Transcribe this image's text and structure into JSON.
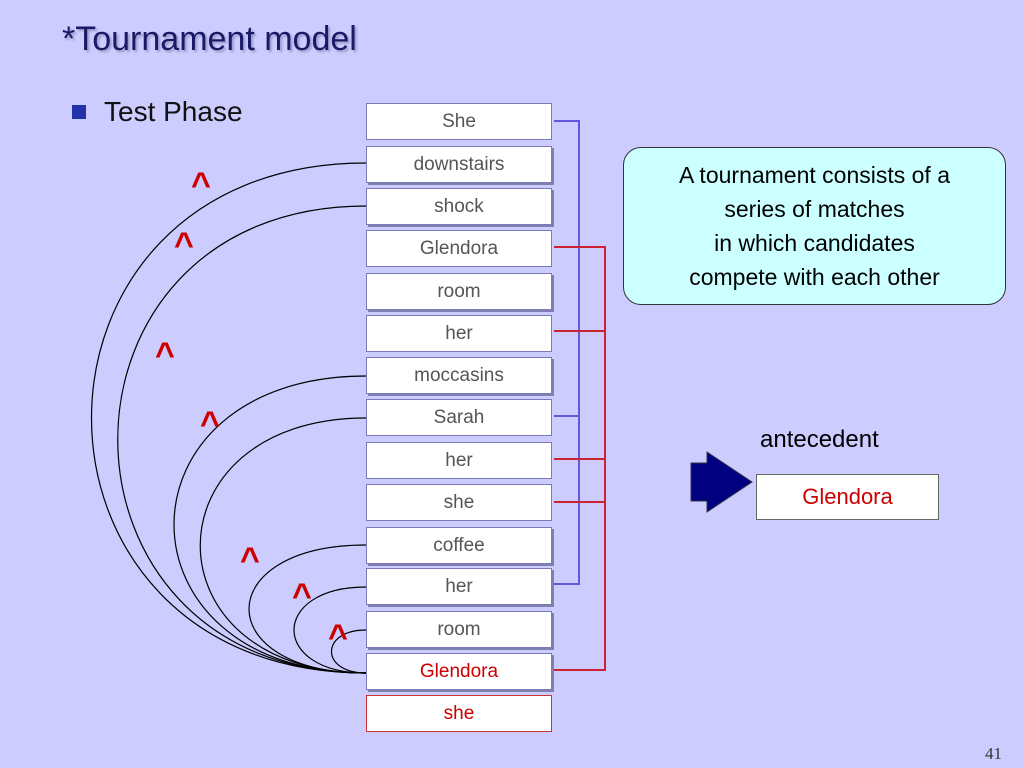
{
  "slide": {
    "title": "*Tournament model",
    "bullet": "Test Phase",
    "page_number": "41"
  },
  "words": [
    "She",
    "downstairs",
    "shock",
    "Glendora",
    "room",
    "her",
    "moccasins",
    "Sarah",
    "her",
    "she",
    "coffee",
    "her",
    "room",
    "Glendora",
    "she"
  ],
  "callout": {
    "lines": [
      "A tournament consists of a",
      "series of matches",
      "in which candidates",
      "compete with each other"
    ]
  },
  "result": {
    "label": "antecedent",
    "value": "Glendora"
  },
  "match_symbol": "^",
  "colors": {
    "background": "#ccccff",
    "title": "#1a1a66",
    "highlight_red": "#cc0000",
    "bracket_blue": "#6655dd",
    "bracket_red": "#cc2233",
    "callout_fill": "#ccffff",
    "arrow_fill": "#000080"
  },
  "icons": {
    "bullet": "square-bullet-icon",
    "arrow": "right-arrow-icon"
  }
}
